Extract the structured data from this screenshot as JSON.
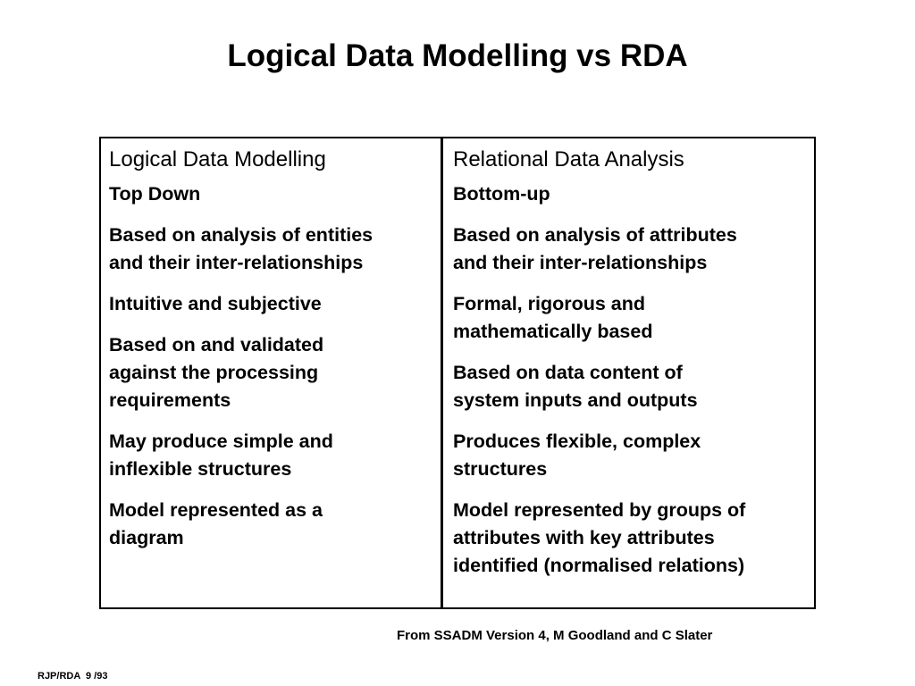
{
  "slide": {
    "title": "Logical Data Modelling vs RDA",
    "table": {
      "left": {
        "header": "Logical Data Modelling",
        "items": [
          "Top Down",
          "Based on analysis of entities\nand their inter-relationships",
          "Intuitive and subjective",
          "Based on and validated\nagainst the processing\nrequirements",
          "May produce simple and\ninflexible structures",
          "Model represented as a\ndiagram"
        ]
      },
      "right": {
        "header": "Relational Data Analysis",
        "items": [
          "Bottom-up",
          "Based on analysis of attributes\nand their inter-relationships",
          "Formal, rigorous and\nmathematically based",
          "Based on data content of\nsystem inputs and outputs",
          "Produces flexible, complex\nstructures",
          "Model represented by groups of\nattributes with key attributes\nidentified (normalised relations)"
        ]
      }
    },
    "source": "From SSADM Version 4, M Goodland and C Slater",
    "footer": "RJP/RDA  9 /93"
  }
}
